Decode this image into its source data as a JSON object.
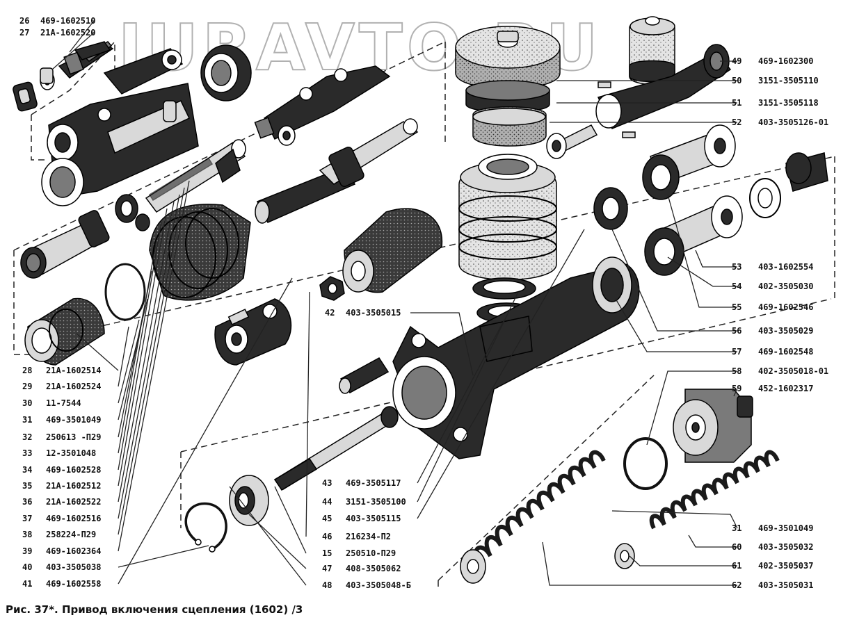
{
  "watermark": "JURAVTO.RU",
  "caption": "Рис. 37*. Привод включения сцепления (1602) /3",
  "colors": {
    "ink": "#111111",
    "background": "#ffffff"
  },
  "labels_top_left": [
    {
      "num": "26",
      "code": "469-1602510"
    },
    {
      "num": "27",
      "code": "21А-1602520"
    }
  ],
  "labels_left": [
    {
      "num": "28",
      "code": "21А-1602514"
    },
    {
      "num": "29",
      "code": "21А-1602524"
    },
    {
      "num": "30",
      "code": "11-7544"
    },
    {
      "num": "31",
      "code": "469-3501049"
    },
    {
      "num": "32",
      "code": "250613 -П29"
    },
    {
      "num": "33",
      "code": "12-3501048"
    },
    {
      "num": "34",
      "code": "469-1602528"
    },
    {
      "num": "35",
      "code": "21А-1602512"
    },
    {
      "num": "36",
      "code": "21А-1602522"
    },
    {
      "num": "37",
      "code": "469-1602516"
    },
    {
      "num": "38",
      "code": "258224-П29"
    },
    {
      "num": "39",
      "code": "469-1602364"
    },
    {
      "num": "40",
      "code": "403-3505038"
    },
    {
      "num": "41",
      "code": "469-1602558"
    }
  ],
  "labels_center": [
    {
      "num": "42",
      "code": "403-3505015"
    }
  ],
  "labels_bottom_center": [
    {
      "num": "43",
      "code": "469-3505117"
    },
    {
      "num": "44",
      "code": "3151-3505100"
    },
    {
      "num": "45",
      "code": "403-3505115"
    },
    {
      "num": "46",
      "code": "216234-П2"
    },
    {
      "num": "15",
      "code": "250510-П29"
    },
    {
      "num": "47",
      "code": "408-3505062"
    },
    {
      "num": "48",
      "code": "403-3505048-Б"
    }
  ],
  "labels_right_top": [
    {
      "num": "49",
      "code": "469-1602300"
    },
    {
      "num": "50",
      "code": "3151-3505110"
    },
    {
      "num": "51",
      "code": "3151-3505118"
    },
    {
      "num": "52",
      "code": "403-3505126-01"
    }
  ],
  "labels_right": [
    {
      "num": "53",
      "code": "403-1602554"
    },
    {
      "num": "54",
      "code": "402-3505030"
    },
    {
      "num": "55",
      "code": "469-1602546"
    },
    {
      "num": "56",
      "code": "403-3505029"
    },
    {
      "num": "57",
      "code": "469-1602548"
    },
    {
      "num": "58",
      "code": "402-3505018-01"
    },
    {
      "num": "59",
      "code": "452-1602317"
    }
  ],
  "labels_right_bottom": [
    {
      "num": "31",
      "code": "469-3501049"
    },
    {
      "num": "60",
      "code": "403-3505032"
    },
    {
      "num": "61",
      "code": "402-3505037"
    },
    {
      "num": "62",
      "code": "403-3505031"
    }
  ]
}
